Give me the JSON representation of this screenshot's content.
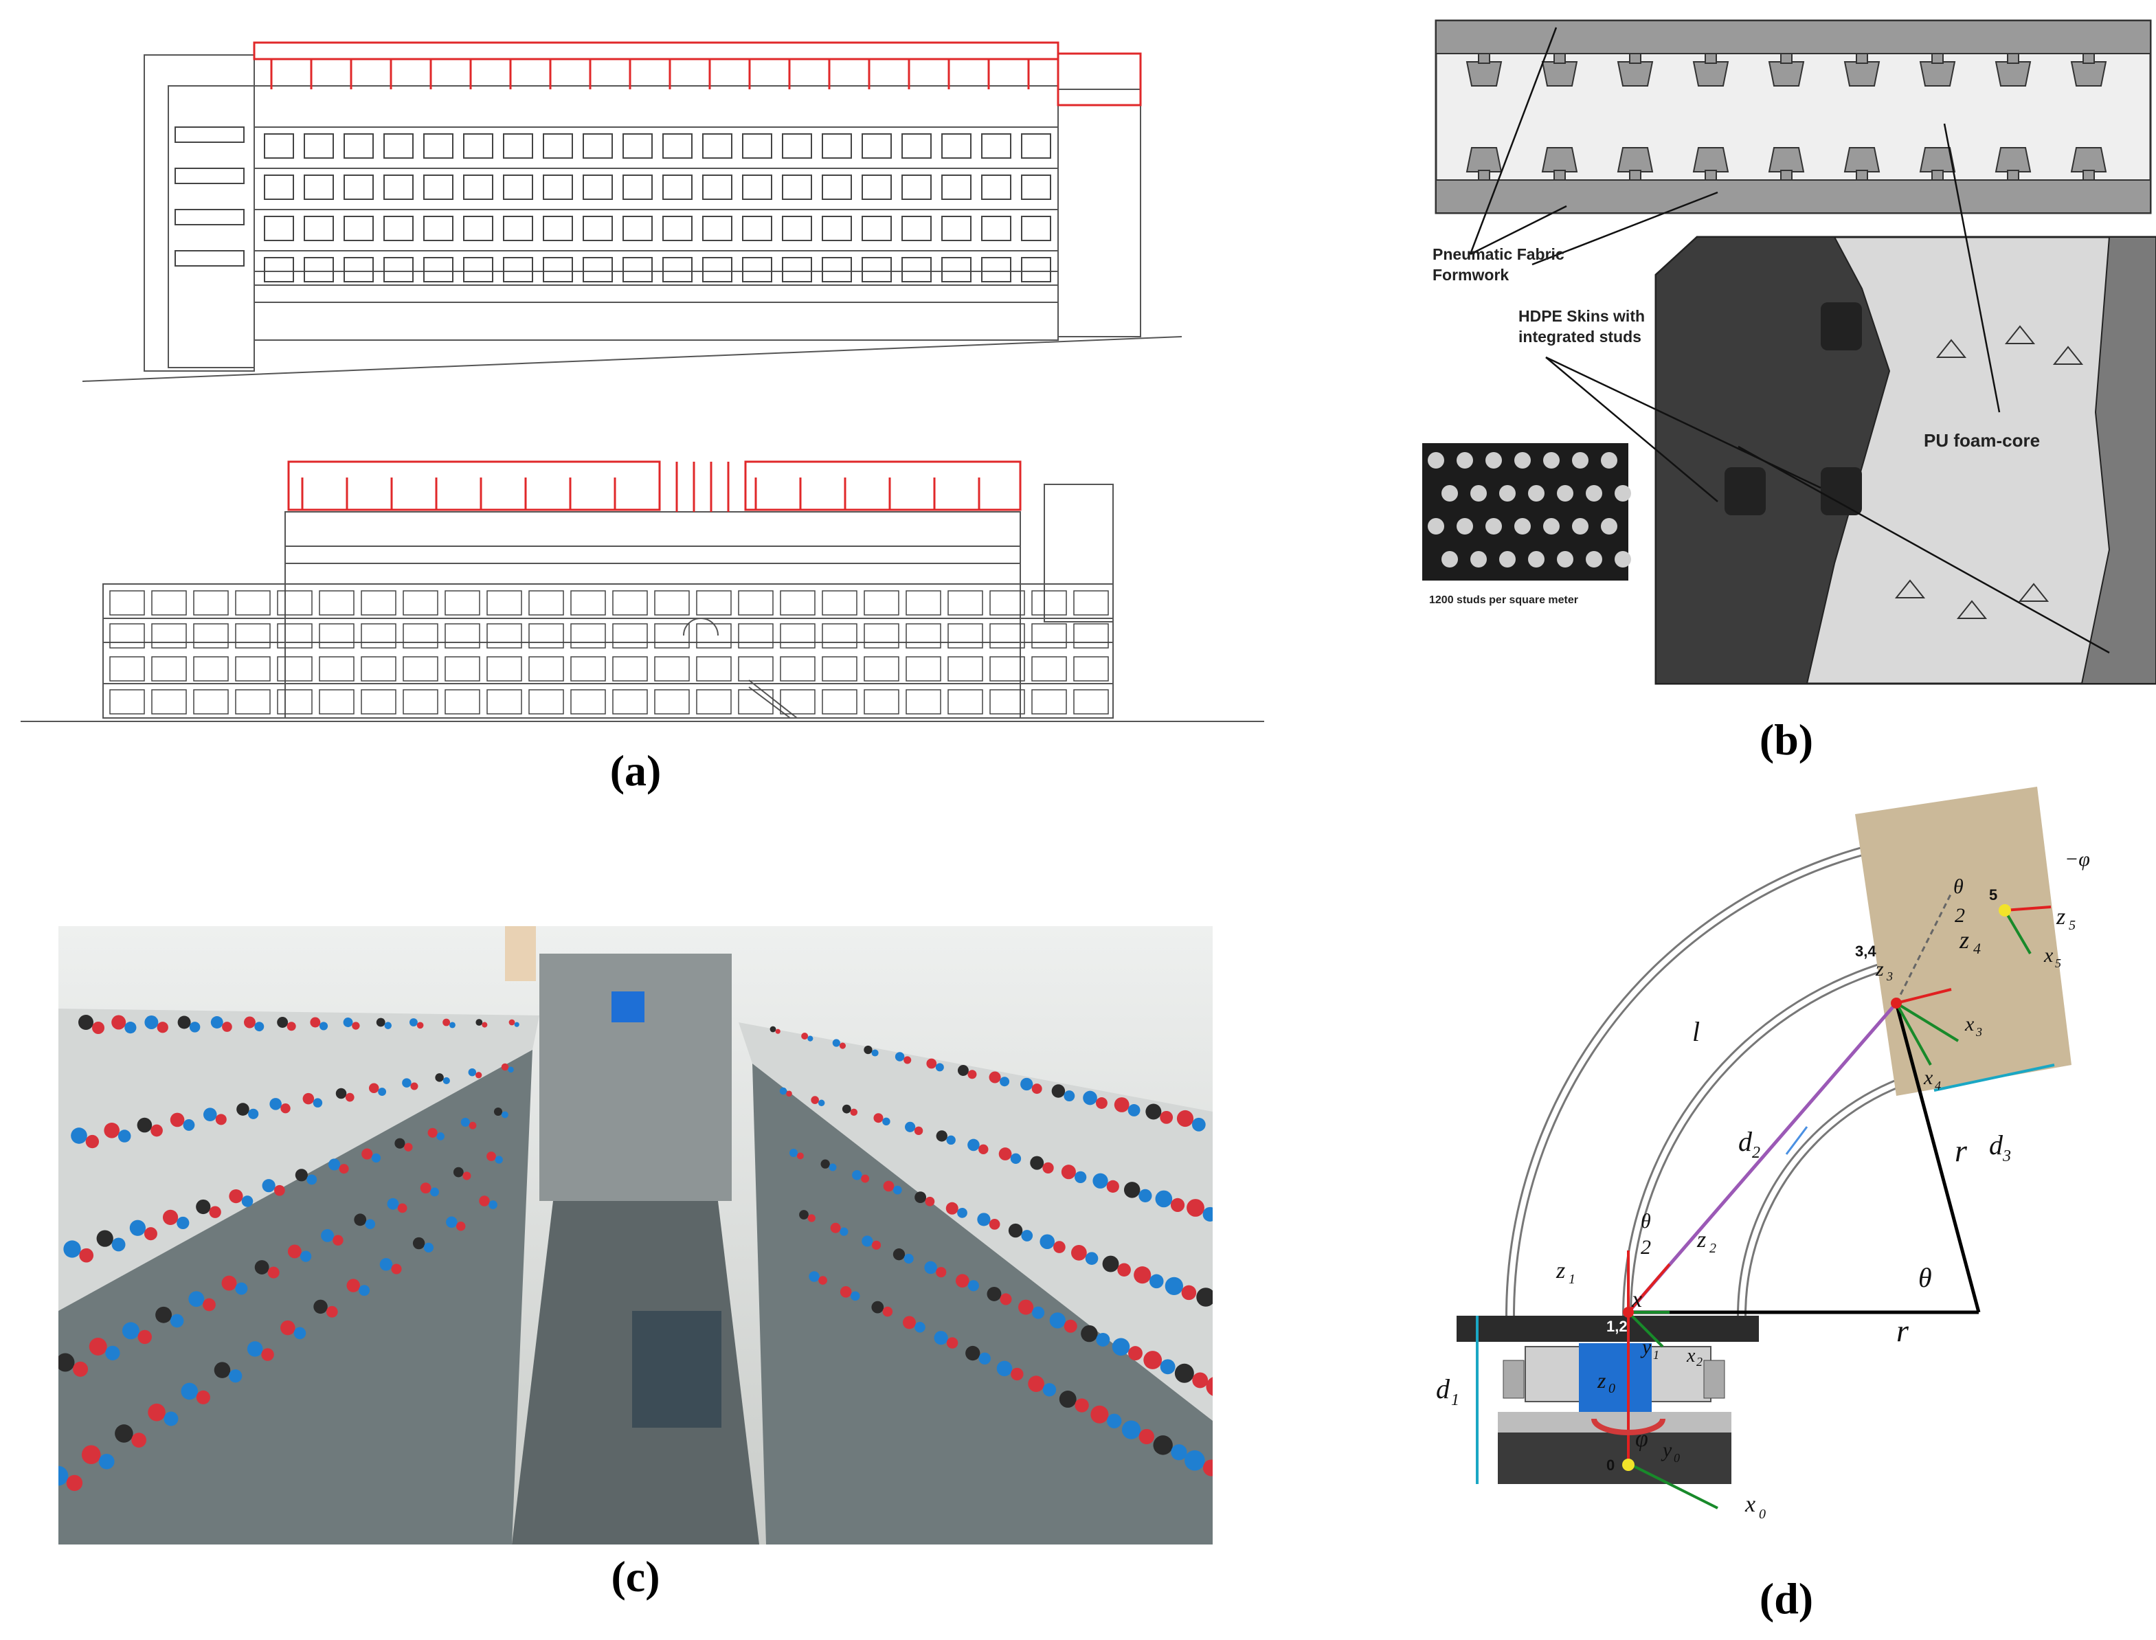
{
  "captions": {
    "a": "(a)",
    "b": "(b)",
    "c": "(c)",
    "d": "(d)"
  },
  "panel_b": {
    "labels": {
      "pneumatic_line1": "Pneumatic Fabric",
      "pneumatic_line2": "Formwork",
      "hdpe_line1": "HDPE Skins with",
      "hdpe_line2": "integrated studs",
      "pu_foam": "PU foam-core",
      "studs_caption": "1200 studs per square meter"
    }
  },
  "panel_d": {
    "labels": {
      "l": "l",
      "d1": "d",
      "d1_sub": "1",
      "d2": "d",
      "d2_sub": "2",
      "d3": "d",
      "d3_sub": "3",
      "r_top": "r",
      "r_bottom": "r",
      "theta": "θ",
      "theta_half_top_num": "θ",
      "theta_half_top_den": "2",
      "theta_half_bottom_num": "θ",
      "theta_half_bottom_den": "2",
      "neg_phi": "−φ",
      "phi": "φ",
      "pt_5": "5",
      "pt_34": "3,4",
      "pt_12": "1,2",
      "pt_0": "0",
      "z1": "z",
      "z1_sub": "1",
      "z2": "z",
      "z2_sub": "2",
      "z3": "z",
      "z3_sub": "3",
      "z4": "z",
      "z4_sub": "4",
      "z5": "z",
      "z5_sub": "5",
      "z0": "z",
      "z0_sub": "0",
      "x": "x",
      "x0": "x",
      "x0_sub": "0",
      "x2": "x",
      "x2_sub": "2",
      "x3": "x",
      "x3_sub": "3",
      "x4": "x",
      "x4_sub": "4",
      "x5": "x",
      "x5_sub": "5",
      "y0": "y",
      "y0_sub": "0",
      "y1": "y",
      "y1_sub": "1"
    },
    "colors": {
      "block": "#cbb999",
      "z_axis": "#e02020",
      "x_axis": "#188a2a",
      "d3_arrow": "#1aa7c4",
      "d2_line": "#9b59b6",
      "joint": "#f2e32a"
    }
  },
  "colors": {
    "drawing_red": "#e0282a",
    "battery_red": "#d8323b",
    "battery_blue": "#1f7fd1"
  }
}
